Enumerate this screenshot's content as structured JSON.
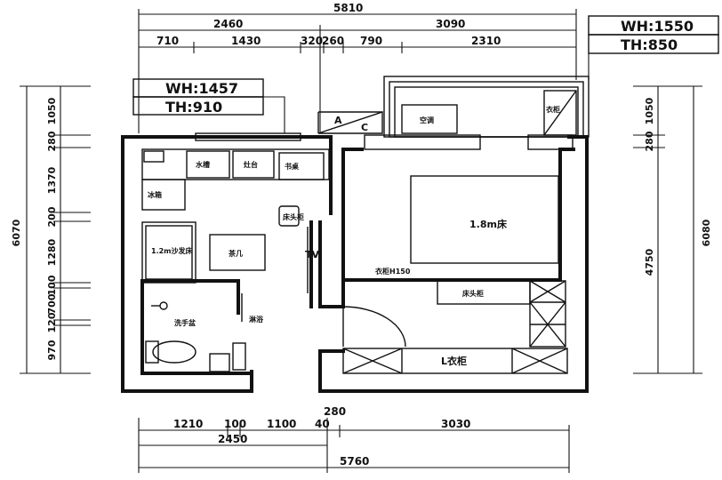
{
  "dimensions": {
    "top_total": "5810",
    "top_mid": [
      "2460",
      "3090"
    ],
    "top_detail": [
      "710",
      "1430",
      "320",
      "260",
      "790",
      "2310"
    ],
    "bottom_detail": [
      "1210",
      "100",
      "1100",
      "40",
      "280",
      "3030"
    ],
    "bottom_mid": "2450",
    "bottom_total": "5760",
    "left": [
      "6070",
      "1050",
      "280",
      "1370",
      "200",
      "1280",
      "100",
      "700",
      "120",
      "970"
    ],
    "right": [
      "6080",
      "1050",
      "280",
      "4750"
    ]
  },
  "window_heights": {
    "left": {
      "wh": "WH:1457",
      "th": "TH:910"
    },
    "right": {
      "wh": "WH:1550",
      "th": "TH:850"
    }
  },
  "room_labels": {
    "bed": "1.8m床",
    "wardrobe": "L衣柜",
    "sofa": "1.2m沙发床",
    "table": "茶几",
    "tv": "TV",
    "fridge": "冰箱",
    "ac": "空调",
    "cabinet": "衣柜",
    "desk": "书桌",
    "bedside": "床头柜",
    "sink": "洗手盆",
    "shower": "淋浴",
    "cooker": "灶台",
    "sink2": "水槽",
    "closet": "衣柜H150",
    "a": "A",
    "c": "C"
  }
}
